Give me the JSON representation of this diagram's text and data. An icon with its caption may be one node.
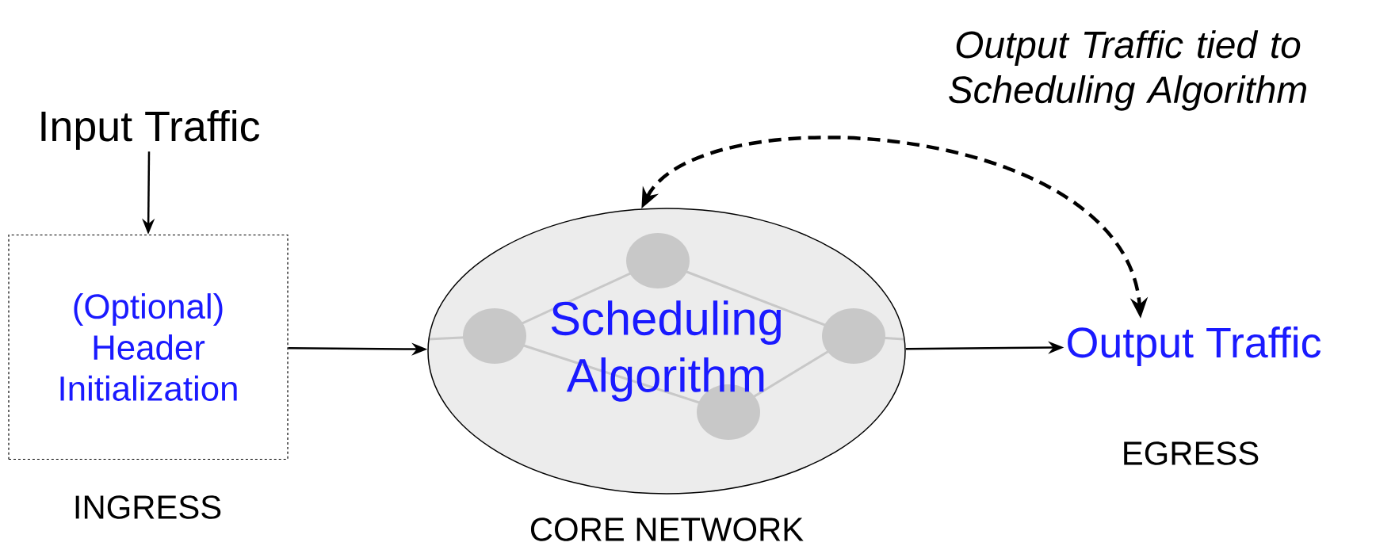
{
  "diagram": {
    "nodes": [
      {
        "text": [
          "Input Traffic"
        ]
      },
      {
        "text": [
          "(Optional) Header Initialization"
        ],
        "beside": [
          "INGRESS"
        ]
      },
      {
        "text": [
          "Scheduling Algorithm"
        ],
        "beside": [
          "CORE NETWORK"
        ]
      },
      {
        "text": [
          "Output Traffic"
        ],
        "beside": [
          "EGRESS"
        ]
      }
    ],
    "edges": [
      {
        "from": 0,
        "to": 1,
        "arrow": "to"
      },
      {
        "from": 1,
        "to": 2,
        "arrow": "to"
      },
      {
        "from": 2,
        "to": 3,
        "arrow": "to"
      },
      {
        "from": 2,
        "to": 3,
        "arrow": "both",
        "style": "dashed"
      }
    ],
    "labels": [
      "Output Traffic tied to Scheduling Algorithm"
    ]
  }
}
